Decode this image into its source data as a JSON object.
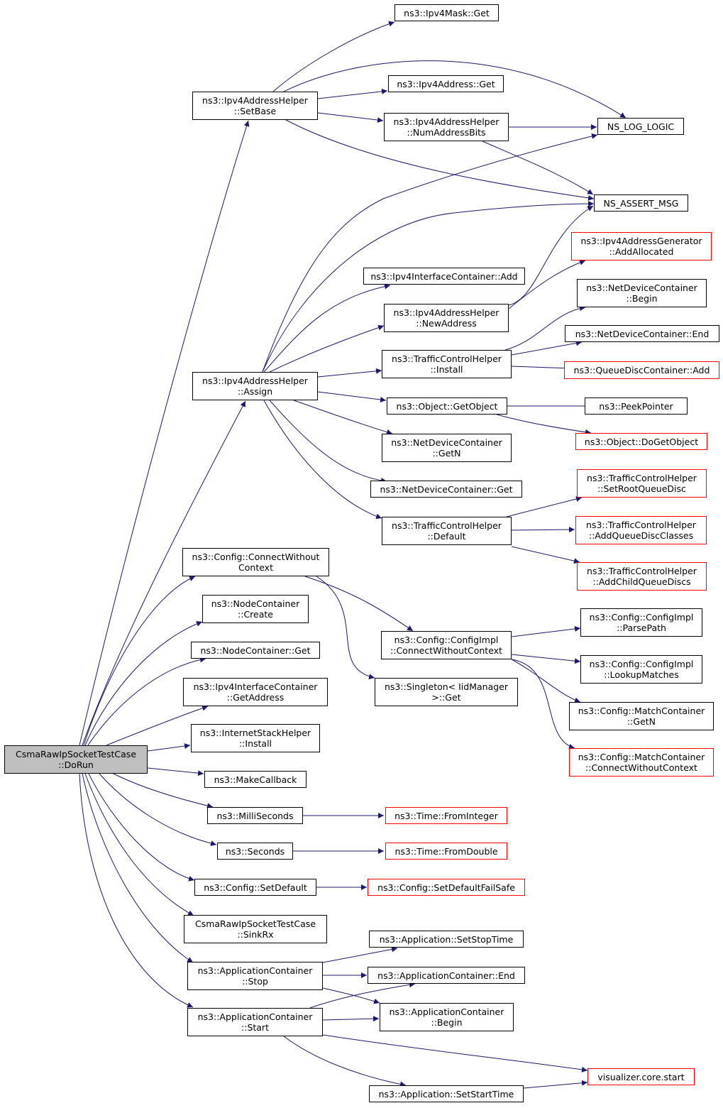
{
  "colors": {
    "edge": "#191970",
    "missing_border": "#ff0000",
    "root_fill": "#bfbfbf"
  },
  "nodes": {
    "root": [
      "CsmaRawIpSocketTestCase",
      "::DoRun"
    ],
    "ipv4mask_get": [
      "ns3::Ipv4Mask::Get"
    ],
    "setbase": [
      "ns3::Ipv4AddressHelper",
      "::SetBase"
    ],
    "ipv4addr_get": [
      "ns3::Ipv4Address::Get"
    ],
    "numaddressbits": [
      "ns3::Ipv4AddressHelper",
      "::NumAddressBits"
    ],
    "ns_log_logic": [
      "NS_LOG_LOGIC"
    ],
    "ns_assert_msg": [
      "NS_ASSERT_MSG"
    ],
    "addallocated": [
      "ns3::Ipv4AddressGenerator",
      "::AddAllocated"
    ],
    "ipv4ic_add": [
      "ns3::Ipv4InterfaceContainer::Add"
    ],
    "ndc_begin": [
      "ns3::NetDeviceContainer",
      "::Begin"
    ],
    "newaddress": [
      "ns3::Ipv4AddressHelper",
      "::NewAddress"
    ],
    "ndc_end": [
      "ns3::NetDeviceContainer::End"
    ],
    "tch_install": [
      "ns3::TrafficControlHelper",
      "::Install"
    ],
    "qdc_add": [
      "ns3::QueueDiscContainer::Add"
    ],
    "assign": [
      "ns3::Ipv4AddressHelper",
      "::Assign"
    ],
    "getobject": [
      "ns3::Object::GetObject"
    ],
    "peekpointer": [
      "ns3::PeekPointer"
    ],
    "dogetobject": [
      "ns3::Object::DoGetObject"
    ],
    "ndc_getn": [
      "ns3::NetDeviceContainer",
      "::GetN"
    ],
    "ndc_get": [
      "ns3::NetDeviceContainer::Get"
    ],
    "setrootqueuedisc": [
      "ns3::TrafficControlHelper",
      "::SetRootQueueDisc"
    ],
    "tch_default": [
      "ns3::TrafficControlHelper",
      "::Default"
    ],
    "addqueuediscclasses": [
      "ns3::TrafficControlHelper",
      "::AddQueueDiscClasses"
    ],
    "addchildqueuediscs": [
      "ns3::TrafficControlHelper",
      "::AddChildQueueDiscs"
    ],
    "connectwithout": [
      "ns3::Config::ConnectWithout",
      "Context"
    ],
    "nc_create": [
      "ns3::NodeContainer",
      "::Create"
    ],
    "nc_get": [
      "ns3::NodeContainer::Get"
    ],
    "parsepath": [
      "ns3::Config::ConfigImpl",
      "::ParsePath"
    ],
    "ci_connect": [
      "ns3::Config::ConfigImpl",
      "::ConnectWithoutContext"
    ],
    "lookupmatches": [
      "ns3::Config::ConfigImpl",
      "::LookupMatches"
    ],
    "ipv4ic_getaddress": [
      "ns3::Ipv4InterfaceContainer",
      "::GetAddress"
    ],
    "singleton_get": [
      "ns3::Singleton< IidManager",
      ">::Get"
    ],
    "mc_getn": [
      "ns3::Config::MatchContainer",
      "::GetN"
    ],
    "ish_install": [
      "ns3::InternetStackHelper",
      "::Install"
    ],
    "mc_connect": [
      "ns3::Config::MatchContainer",
      "::ConnectWithoutContext"
    ],
    "makecallback": [
      "ns3::MakeCallback"
    ],
    "milliseconds": [
      "ns3::MilliSeconds"
    ],
    "time_frominteger": [
      "ns3::Time::FromInteger"
    ],
    "seconds": [
      "ns3::Seconds"
    ],
    "time_fromdouble": [
      "ns3::Time::FromDouble"
    ],
    "config_setdefault": [
      "ns3::Config::SetDefault"
    ],
    "setdefaultfailsafe": [
      "ns3::Config::SetDefaultFailSafe"
    ],
    "sinkrx": [
      "CsmaRawIpSocketTestCase",
      "::SinkRx"
    ],
    "app_setstoptime": [
      "ns3::Application::SetStopTime"
    ],
    "ac_stop": [
      "ns3::ApplicationContainer",
      "::Stop"
    ],
    "ac_end": [
      "ns3::ApplicationContainer::End"
    ],
    "ac_begin": [
      "ns3::ApplicationContainer",
      "::Begin"
    ],
    "ac_start": [
      "ns3::ApplicationContainer",
      "::Start"
    ],
    "viz_start": [
      "visualizer.core.start"
    ],
    "app_setstarttime": [
      "ns3::Application::SetStartTime"
    ]
  }
}
